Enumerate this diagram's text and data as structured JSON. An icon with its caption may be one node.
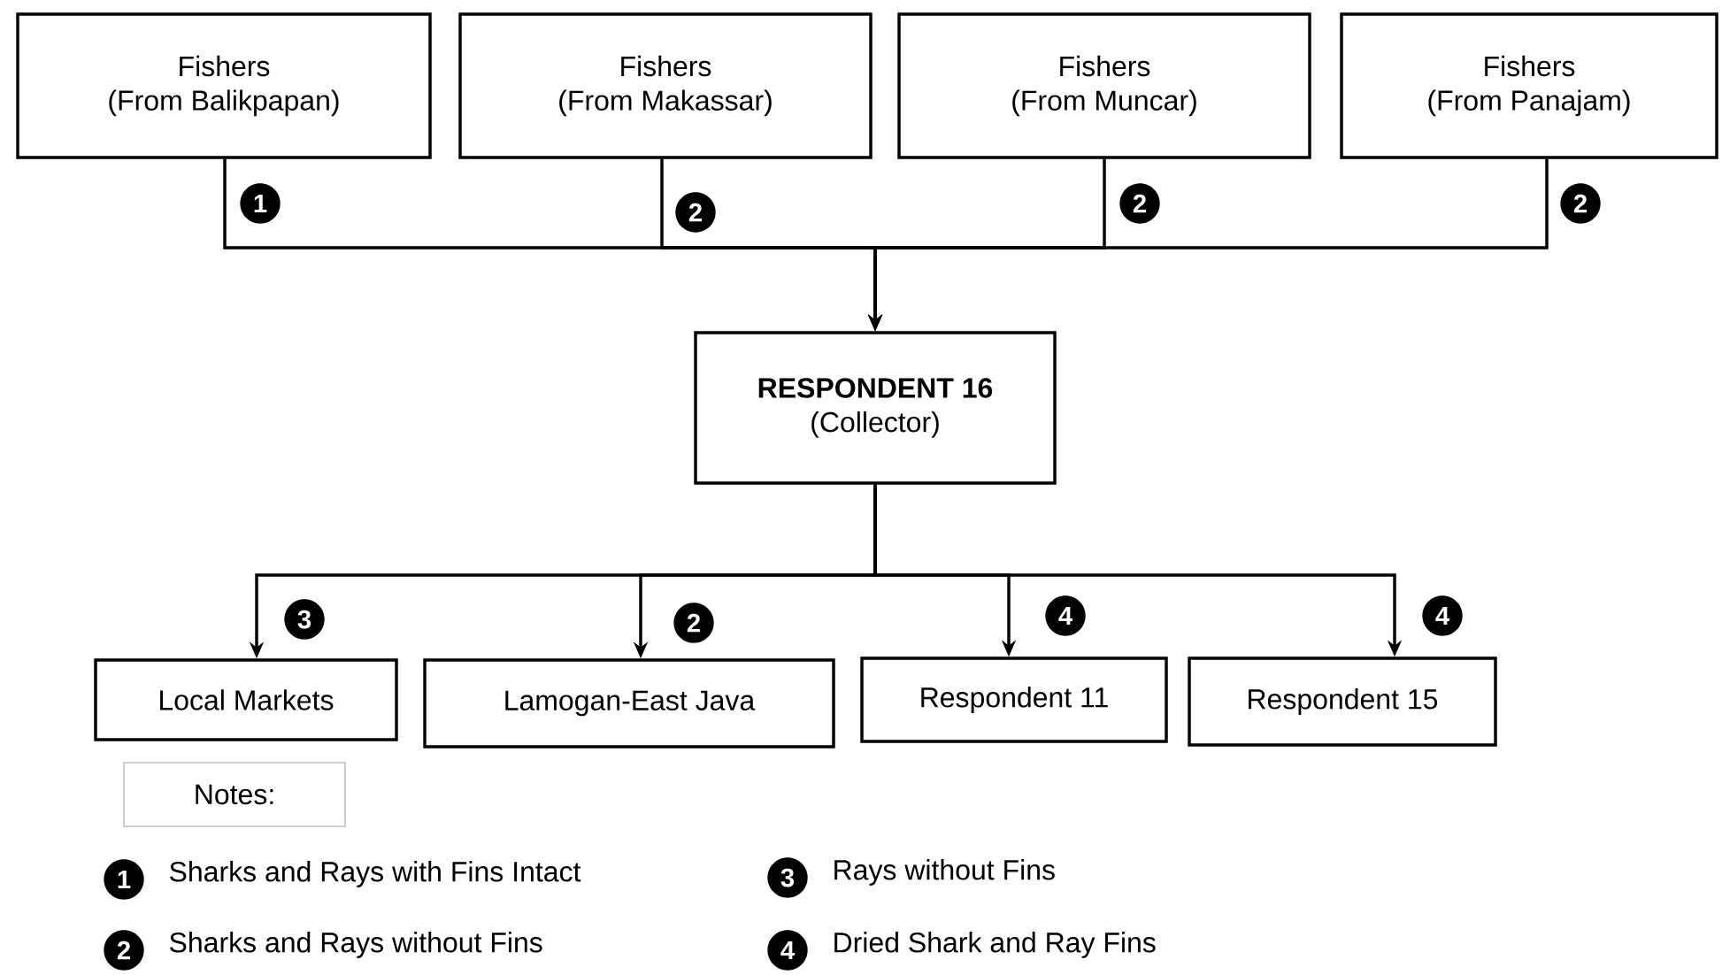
{
  "diagram": {
    "nodes": [
      {
        "text": [
          "Fishers",
          "(From Balikpapan)"
        ]
      },
      {
        "text": [
          "Fishers",
          "(From Makassar)"
        ]
      },
      {
        "text": [
          "Fishers",
          "(From Muncar)"
        ]
      },
      {
        "text": [
          "Fishers",
          "(From Panajam)"
        ]
      },
      {
        "text": [
          "RESPONDENT 16",
          "(Collector)"
        ]
      },
      {
        "text": [
          "Local Markets"
        ]
      },
      {
        "text": [
          "Lamogan-East Java"
        ]
      },
      {
        "text": [
          "Respondent 11"
        ]
      },
      {
        "text": [
          "Respondent 15"
        ]
      },
      {
        "text": [
          "Notes:"
        ]
      }
    ],
    "edges": [
      {
        "from": 0,
        "to": 4,
        "arrow": "to",
        "label": "1"
      },
      {
        "from": 1,
        "to": 4,
        "arrow": "to",
        "label": "2"
      },
      {
        "from": 2,
        "to": 4,
        "arrow": "to",
        "label": "2"
      },
      {
        "from": 3,
        "to": 4,
        "arrow": "to",
        "label": "2"
      },
      {
        "from": 4,
        "to": 5,
        "arrow": "to",
        "label": "3"
      },
      {
        "from": 4,
        "to": 6,
        "arrow": "to",
        "label": "2"
      },
      {
        "from": 4,
        "to": 7,
        "arrow": "to",
        "label": "4"
      },
      {
        "from": 4,
        "to": 8,
        "arrow": "to",
        "label": "4"
      }
    ],
    "labels": [
      "1",
      "Sharks and Rays with Fins Intact",
      "3",
      "Rays without Fins",
      "2",
      "Sharks and Rays without Fins",
      "4",
      "Dried Shark and Ray Fins"
    ]
  }
}
